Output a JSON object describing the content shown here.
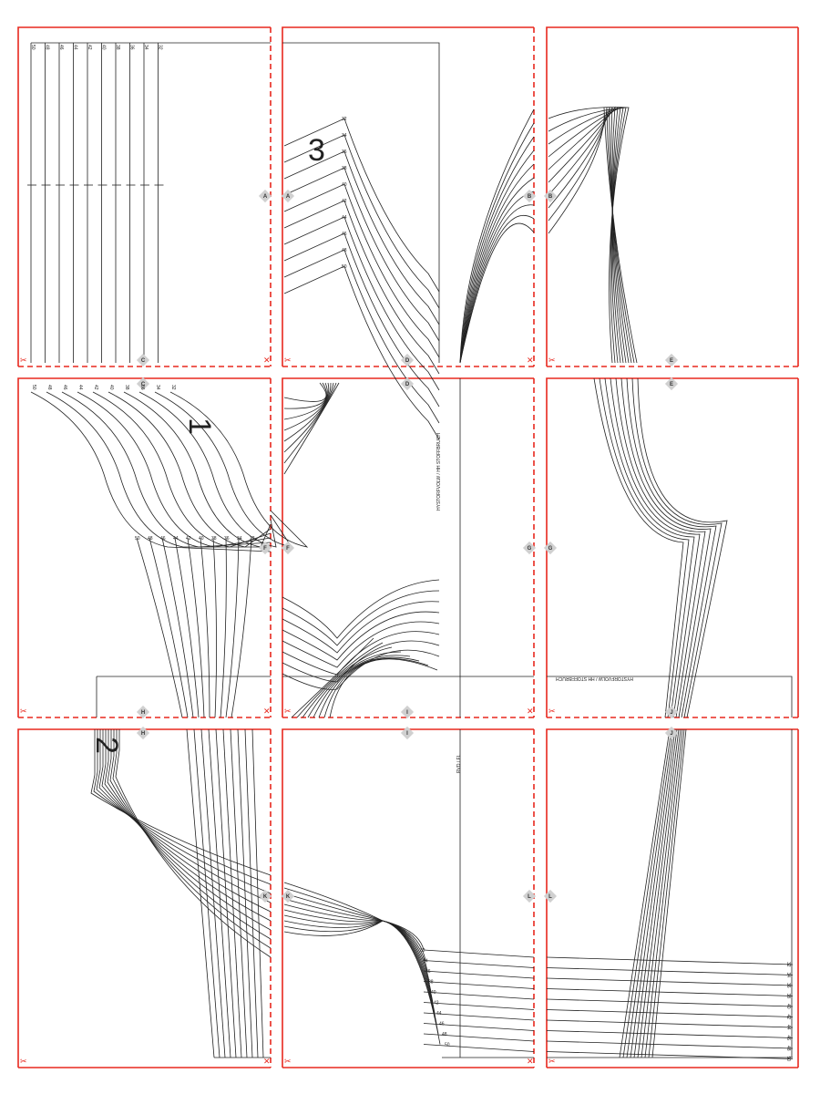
{
  "sizes": [
    "50",
    "48",
    "46",
    "44",
    "42",
    "40",
    "38",
    "36",
    "34",
    "32"
  ],
  "sizes_ascending": [
    "32",
    "34",
    "36",
    "38",
    "40",
    "42",
    "44",
    "46",
    "48",
    "50"
  ],
  "piece_numbers": {
    "piece1": "1",
    "piece2": "2",
    "piece3": "3"
  },
  "labels": {
    "fold_label": "HYSTORFVOLW / HH STOFFBRUCH",
    "fold_label_mirrored": "HYSTORFVOLW / HH STOFFBRUCH",
    "grain_label": "RVD / FL"
  },
  "markers": [
    "A",
    "B",
    "C",
    "D",
    "E",
    "F",
    "G",
    "H",
    "I",
    "J",
    "K",
    "L"
  ],
  "colors": {
    "tile_border": "#e8281e",
    "pattern_line": "#222222",
    "marker": "#d0d0d0"
  }
}
